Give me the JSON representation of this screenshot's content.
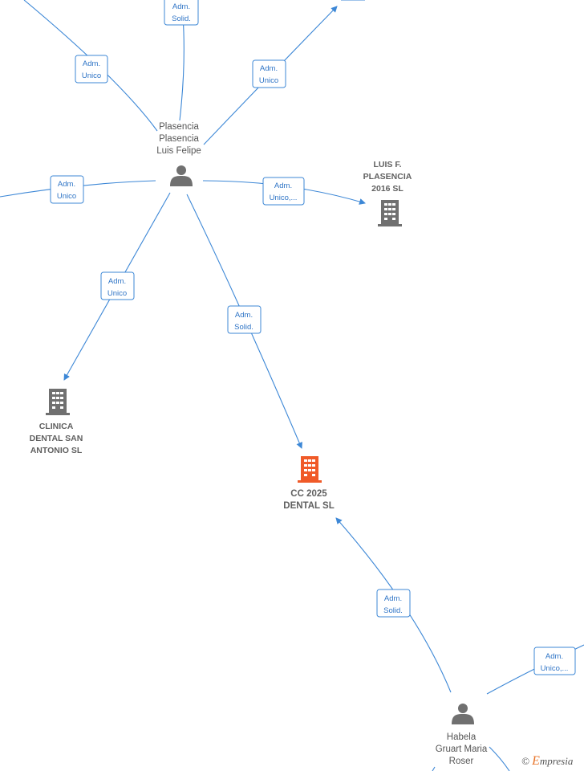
{
  "nodes": {
    "person_top": {
      "line1": "Plasencia",
      "line2": "Plasencia",
      "line3": "Luis Felipe",
      "icon": "person-icon"
    },
    "person_bottom": {
      "line1": "Habela",
      "line2": "Gruart Maria",
      "line3": "Roser",
      "icon": "person-icon"
    },
    "company_luis": {
      "line1": "LUIS F.",
      "line2": "PLASENCIA",
      "line3": "2016  SL",
      "icon": "building-icon"
    },
    "company_clinica": {
      "line1": "CLINICA",
      "line2": "DENTAL SAN",
      "line3": "ANTONIO SL",
      "icon": "building-icon"
    },
    "company_main": {
      "line1": "CC 2025",
      "line2": "DENTAL  SL",
      "icon": "building-icon",
      "color": "#f05a28"
    }
  },
  "edge_labels": {
    "top_left": {
      "l1": "Adm.",
      "l2": "Unico"
    },
    "top_center": {
      "l1": "Adm.",
      "l2": "Solid."
    },
    "top_right": {
      "l1": "Adm.",
      "l2": "Unico"
    },
    "left": {
      "l1": "Adm.",
      "l2": "Unico"
    },
    "luis": {
      "l1": "Adm.",
      "l2": "Unico,..."
    },
    "clinica": {
      "l1": "Adm.",
      "l2": "Unico"
    },
    "main_from_top": {
      "l1": "Adm.",
      "l2": "Solid."
    },
    "main_from_bottom": {
      "l1": "Adm.",
      "l2": "Solid."
    },
    "bottom_right": {
      "l1": "Adm.",
      "l2": "Unico,..."
    }
  },
  "colors": {
    "edge": "#3c87d6",
    "icon": "#707070",
    "main": "#f05a28"
  },
  "brand": {
    "symbol": "©",
    "initial": "E",
    "name": "mpresia"
  }
}
